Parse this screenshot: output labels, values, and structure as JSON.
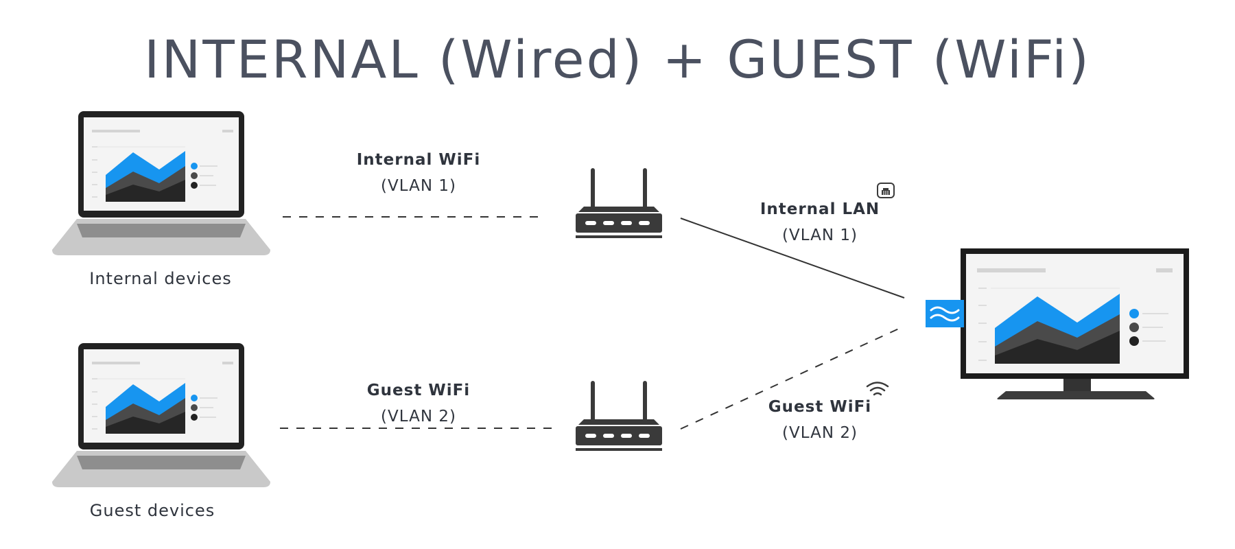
{
  "title": "INTERNAL (Wired) + GUEST (WiFi)",
  "devices": {
    "internal": {
      "label": "Internal devices"
    },
    "guest": {
      "label": "Guest devices"
    }
  },
  "links": {
    "internal_wifi": {
      "name": "Internal WiFi",
      "vlan": "(VLAN 1)"
    },
    "guest_wifi_left": {
      "name": "Guest WiFi",
      "vlan": "(VLAN 2)"
    },
    "internal_lan": {
      "name": "Internal LAN",
      "vlan": "(VLAN 1)",
      "icon": "ethernet-port-icon"
    },
    "guest_wifi_right": {
      "name": "Guest WiFi",
      "vlan": "(VLAN 2)",
      "icon": "wifi-icon"
    }
  },
  "icons": {
    "router": "router-icon",
    "laptop": "laptop-icon",
    "monitor": "monitor-icon",
    "adapter": "network-adapter-icon"
  },
  "colors": {
    "accent": "#1795f0",
    "dark": "#3a3a3a",
    "darker": "#1f1f1f",
    "laptop_base": "#c8c8c8",
    "text": "#2f343d"
  }
}
